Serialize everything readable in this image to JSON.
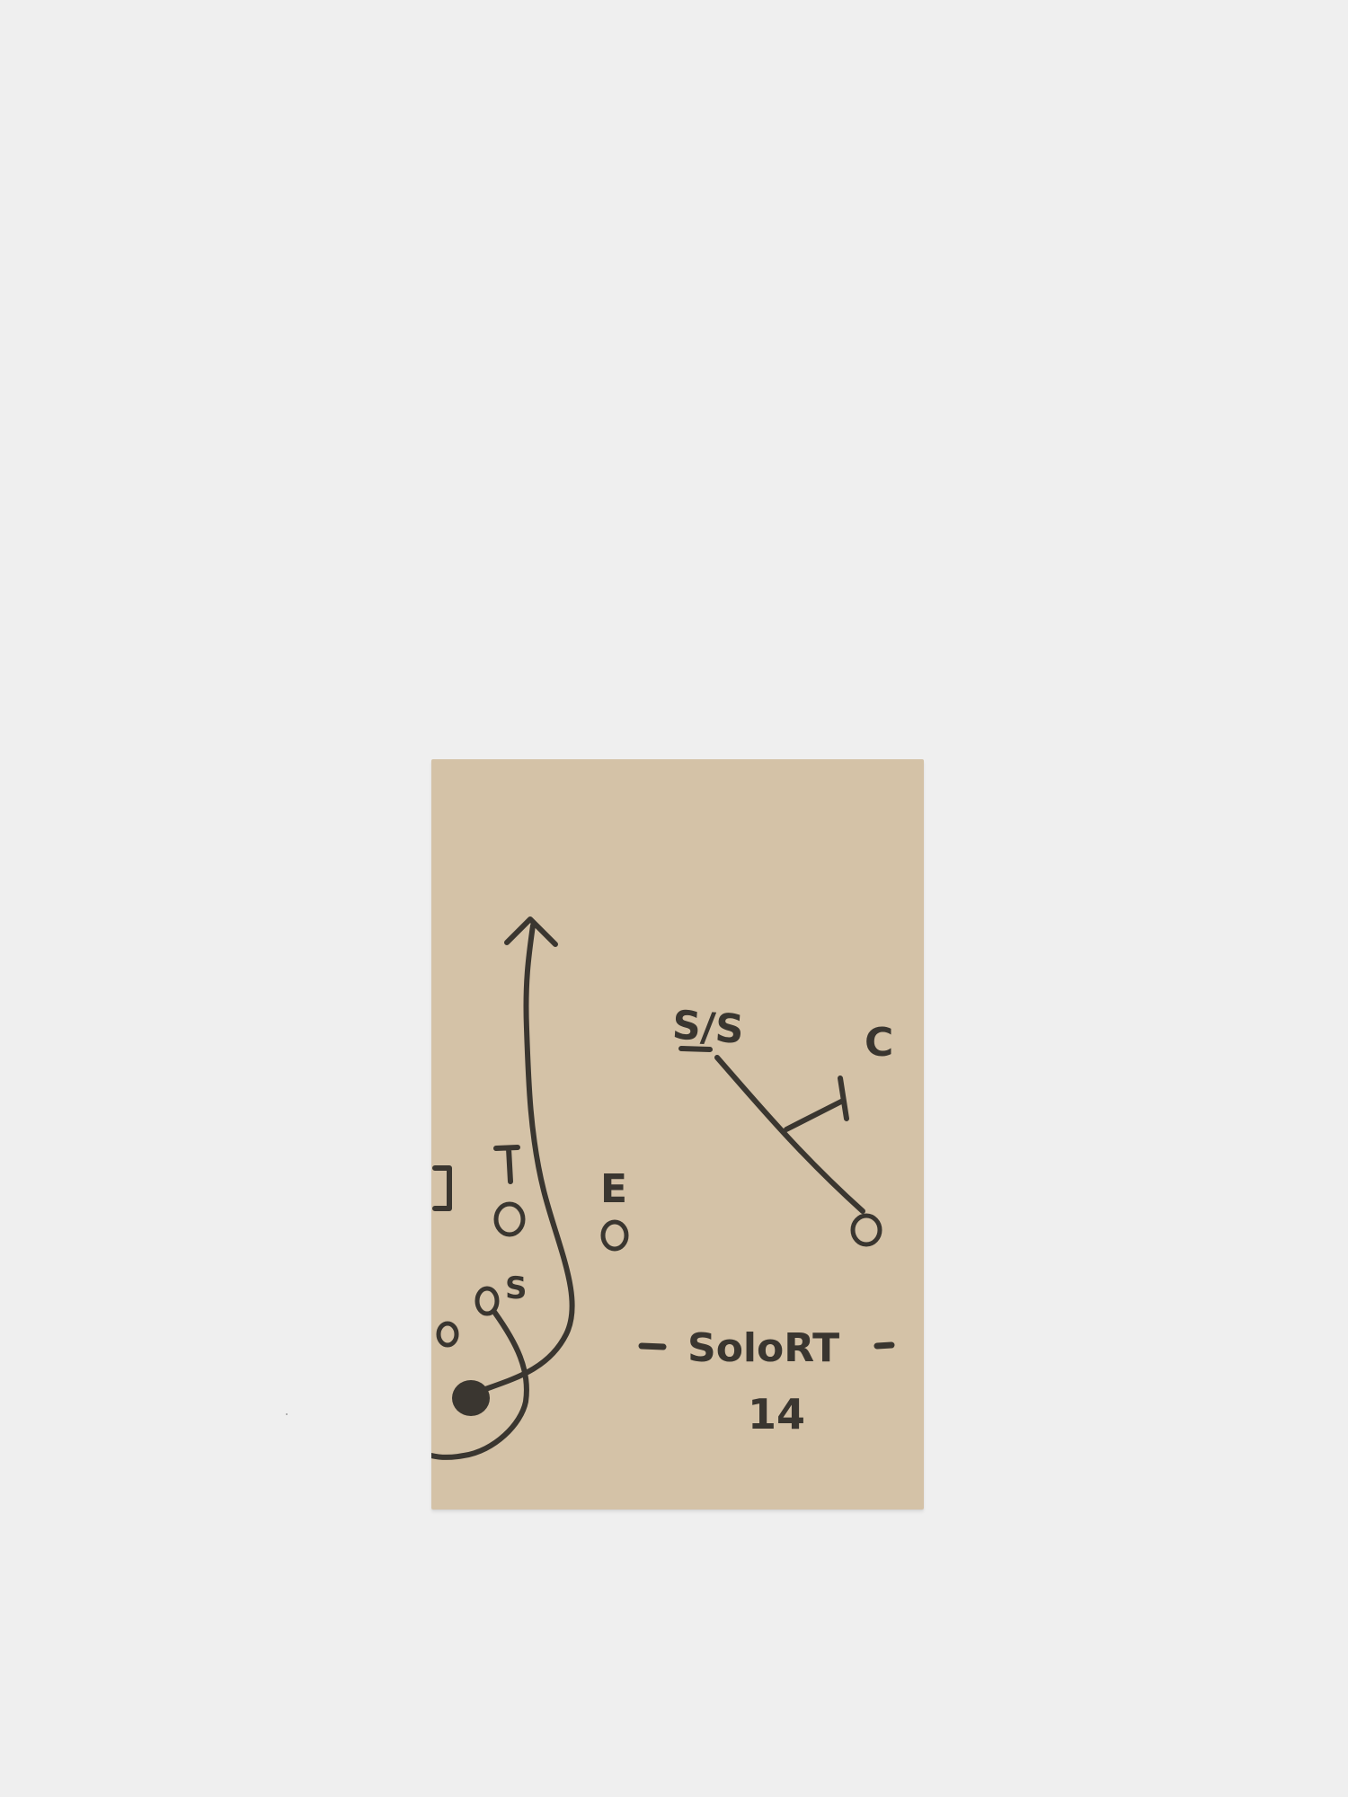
{
  "colors": {
    "background": "#efefef",
    "cover": "#d4c2a7",
    "ink": "#3a3630"
  },
  "icons": [
    "notebook-cover-drawing",
    "football-play-diagram"
  ],
  "cover_drawing": {
    "label_ss": "S/S",
    "label_c": "C",
    "label_e": "E",
    "label_s": "S",
    "title_line": "SoloRT",
    "number_line": "14"
  }
}
